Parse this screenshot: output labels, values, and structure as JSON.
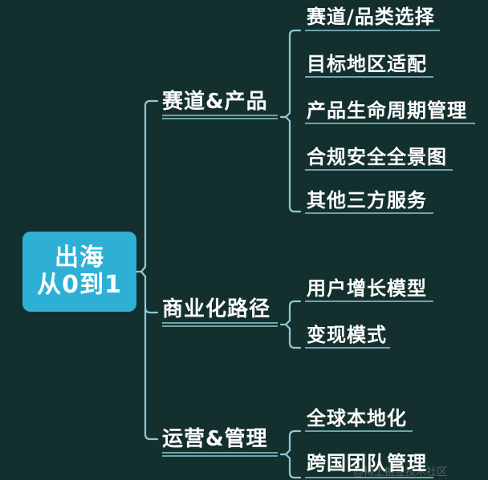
{
  "root": {
    "line1": "出海",
    "line2": "从0到1"
  },
  "branches": [
    {
      "label": "赛道&产品",
      "children": [
        "赛道/品类选择",
        "目标地区适配",
        "产品生命周期管理",
        "合规安全全景图",
        "其他三方服务"
      ]
    },
    {
      "label": "商业化路径",
      "children": [
        "用户增长模型",
        "变现模式"
      ]
    },
    {
      "label": "运营&管理",
      "children": [
        "全球本地化",
        "跨国团队管理"
      ]
    }
  ],
  "watermark": "@稀土掘金技术社区",
  "colors": {
    "background": "#14302e",
    "root_fill": "#2eb0d6",
    "connector": "#8fc9d6",
    "text": "#ffffff"
  }
}
